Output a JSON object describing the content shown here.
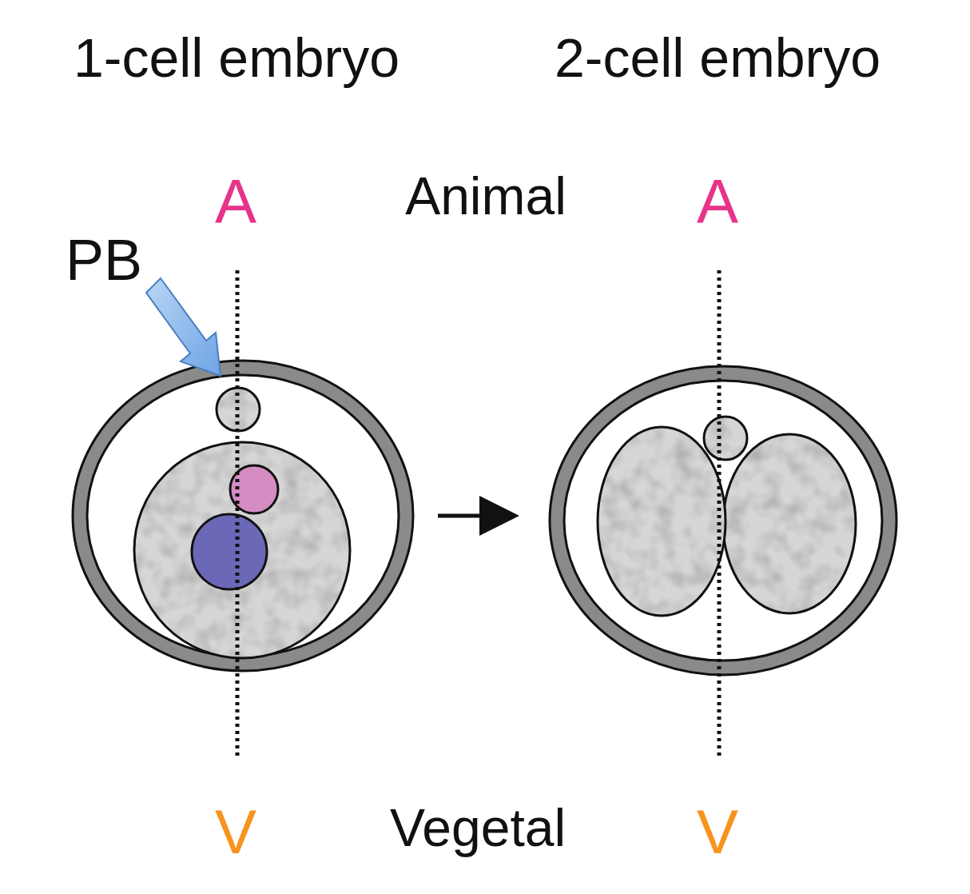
{
  "diagram": {
    "labels": [
      "1-cell embryo",
      "2-cell embryo",
      "A",
      "Animal",
      "A",
      "PB",
      "V",
      "Vegetal",
      "V"
    ]
  }
}
